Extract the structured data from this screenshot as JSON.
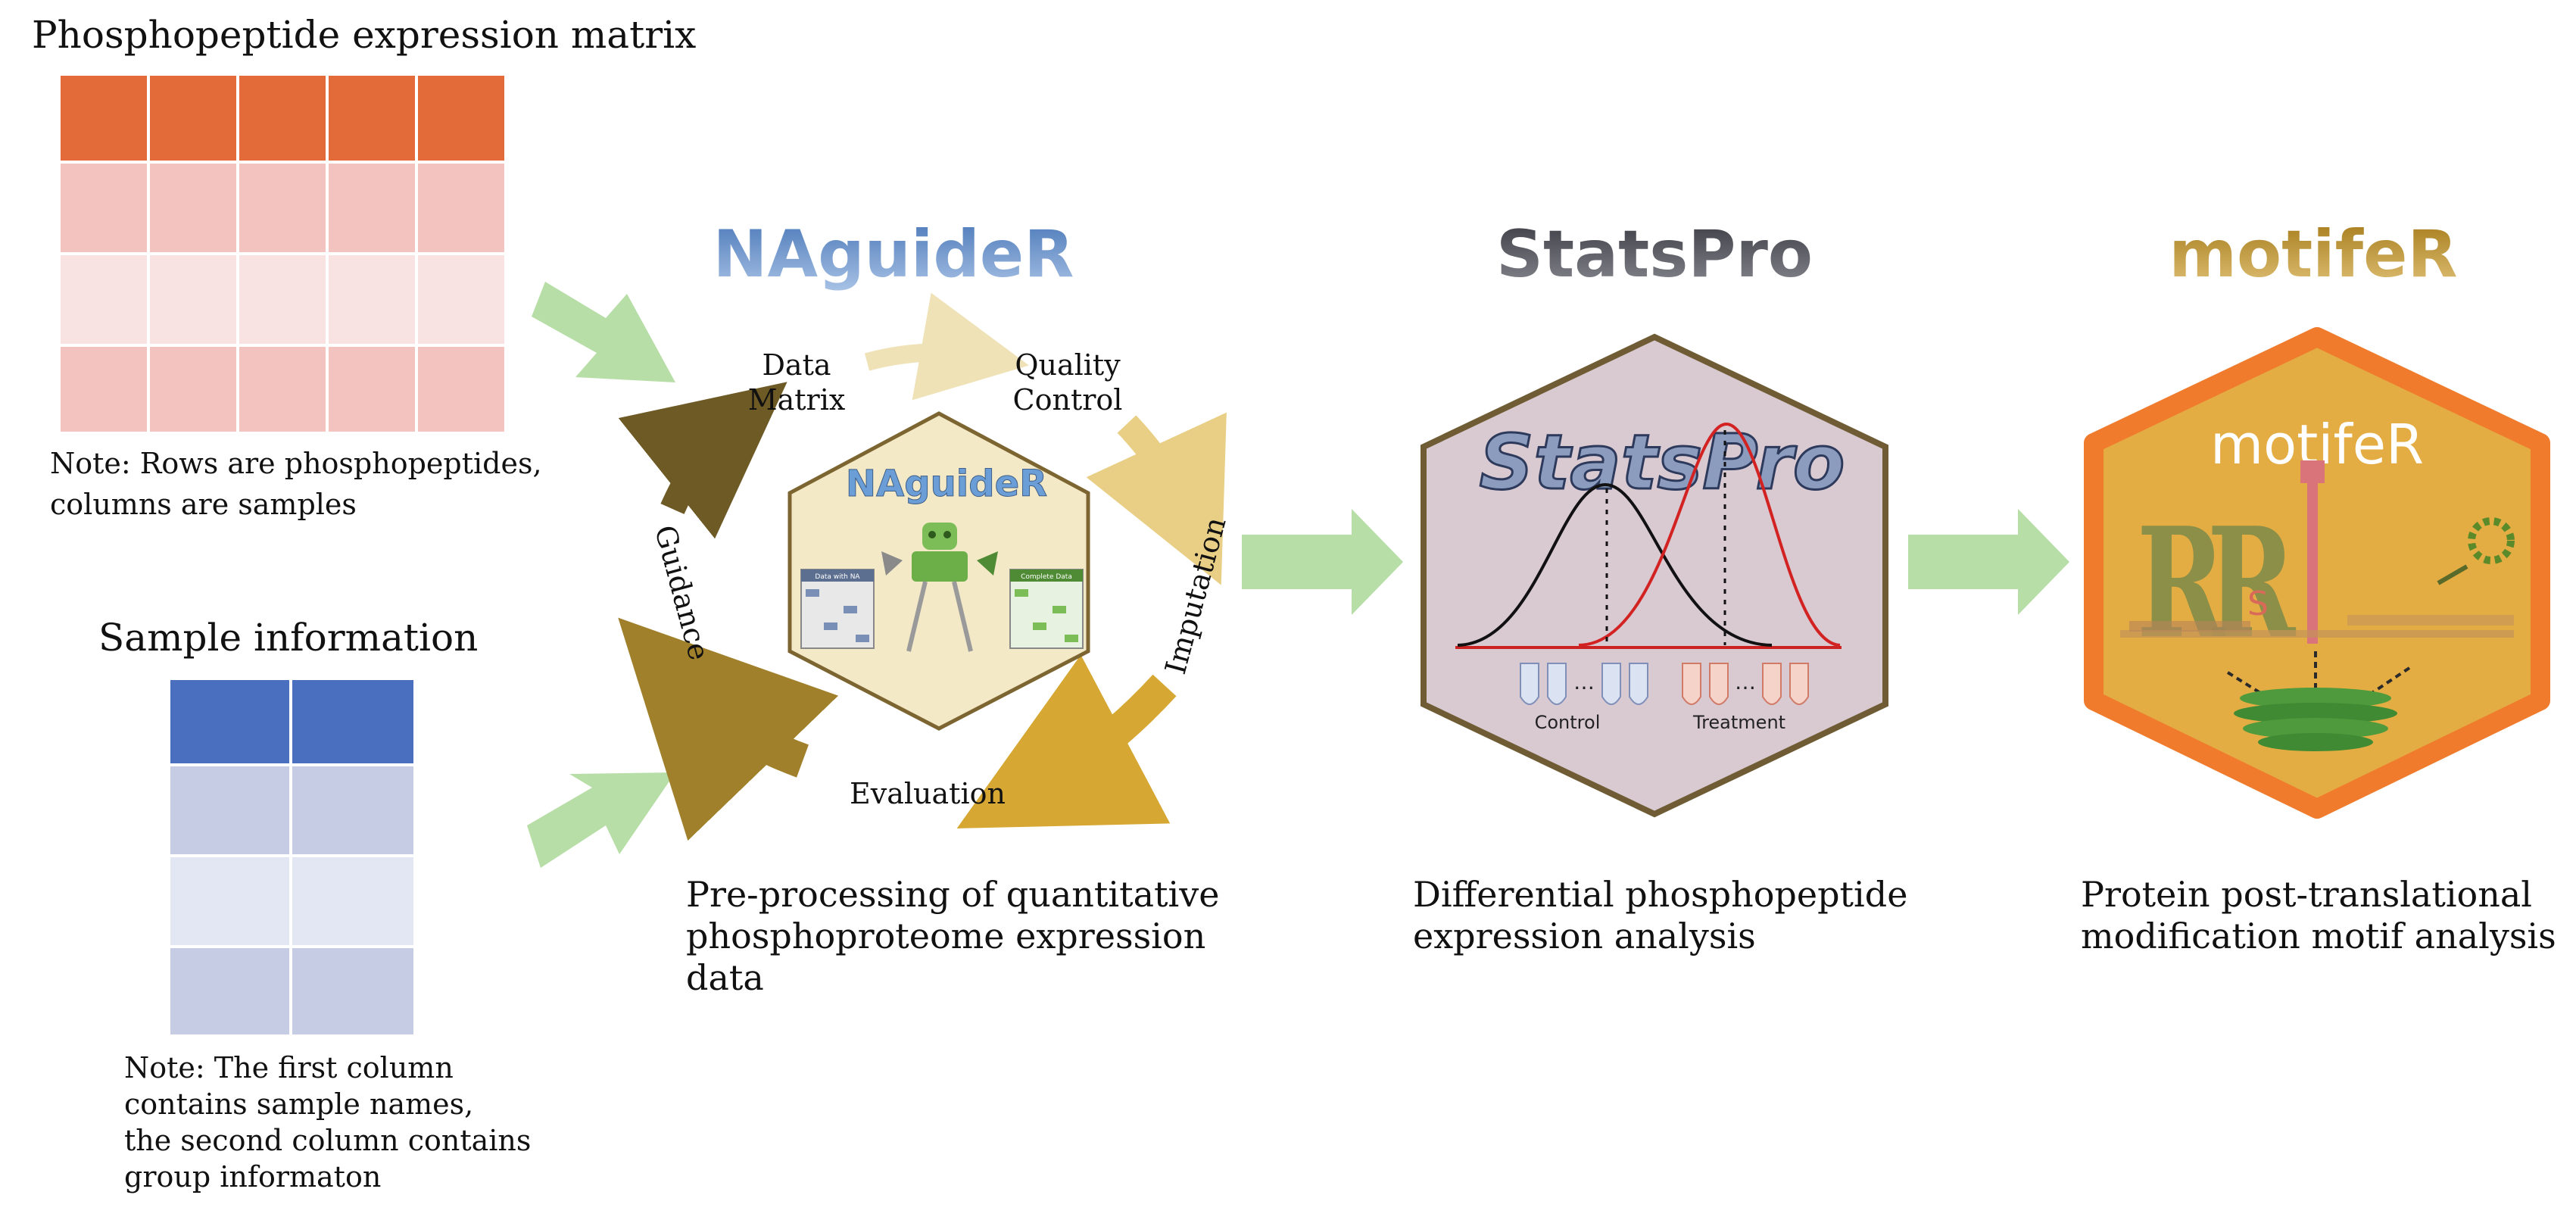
{
  "input": {
    "matrix_title": "Phosphopeptide expression matrix",
    "matrix_note_line1": "Note: Rows are phosphopeptides,",
    "matrix_note_line2": "columns are samples",
    "sample_title": "Sample information",
    "sample_note_line1": "Note: The first column",
    "sample_note_line2": "contains sample names,",
    "sample_note_line3": "the second column contains",
    "sample_note_line4": "group informaton"
  },
  "naguider": {
    "title": "NAguideR",
    "hex_logo": "NAguideR",
    "cycle": {
      "data_matrix_line1": "Data",
      "data_matrix_line2": "Matrix",
      "quality_control_line1": "Quality",
      "quality_control_line2": "Control",
      "imputation": "Imputation",
      "evaluation": "Evaluation",
      "guidance": "Guidance"
    },
    "mini_left": "Data with NA",
    "mini_right": "Complete Data",
    "desc_line1": "Pre-processing of quantitative",
    "desc_line2": "phosphoproteome expression",
    "desc_line3": "data"
  },
  "statspro": {
    "title": "StatsPro",
    "hex_logo": "StatsPro",
    "control_label": "Control",
    "treatment_label": "Treatment",
    "dots": "…",
    "desc_line1": "Differential phosphopeptide",
    "desc_line2": "expression analysis"
  },
  "motifer": {
    "title": "motifeR",
    "hex_logo": "motifeR",
    "desc_line1": "Protein post-translational",
    "desc_line2": "modification motif analysis"
  },
  "colors": {
    "matrix_header": "#e36b3a",
    "matrix_row_dark": "#f3c3c0",
    "matrix_row_light": "#f9e3e2",
    "sample_header": "#4a6fbf",
    "sample_row_dark": "#c7cce5",
    "sample_row_light": "#e3e6f3",
    "flow_arrow": "#b7dea6",
    "naguider_title": "#5b87c3",
    "statspro_title": "#4a4a52",
    "motifer_title": "#b88a2a",
    "naguider_hex_fill": "#f3e9c6",
    "statspro_hex_fill": "#d9c9d1",
    "statspro_hex_border": "#6f5c34",
    "motifer_hex_fill": "#e4ad43",
    "motifer_hex_border": "#f07b2c"
  }
}
